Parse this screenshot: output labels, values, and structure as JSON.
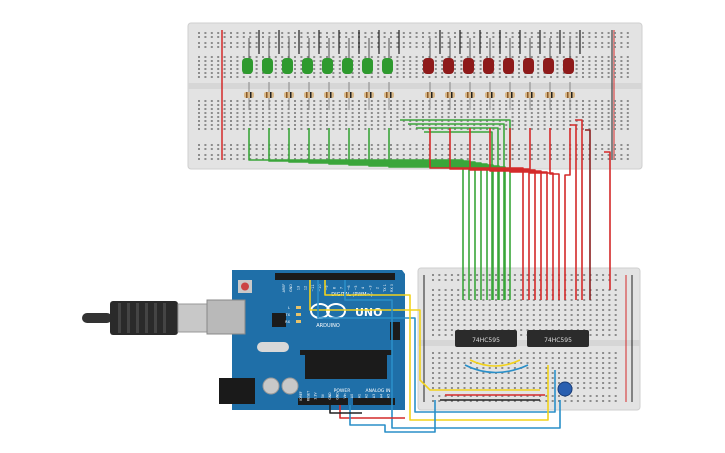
{
  "arduino": {
    "board_label": "UNO",
    "brand_label": "ARDUINO",
    "digital_label": "DIGITAL (PWM~)",
    "power_label": "POWER",
    "analog_label": "ANALOG IN",
    "top_pin_labels": [
      "AREF",
      "GND",
      "13",
      "12",
      "~11",
      "~10",
      "~9",
      "8",
      "7",
      "~6",
      "~5",
      "4",
      "~3",
      "2",
      "TX 1",
      "RX 0"
    ],
    "led_labels": [
      "L",
      "TX",
      "RX"
    ],
    "bottom_pin_labels": [
      "IOREF",
      "RESET",
      "3.3V",
      "5V",
      "GND",
      "GND",
      "Vin",
      "A0",
      "A1",
      "A2",
      "A3",
      "A4",
      "A5"
    ]
  },
  "ics": [
    {
      "id": "ic1",
      "label": "74HC595"
    },
    {
      "id": "ic2",
      "label": "74HC595"
    }
  ],
  "leds": {
    "green_count": 8,
    "red_count": 8,
    "green_color": "#2e9a2e",
    "red_color": "#8e1a1a"
  },
  "wire_colors": {
    "green": "#3aa63a",
    "red": "#d42a2a",
    "yellow": "#f2d21c",
    "blue": "#2a8fc8",
    "black": "#222222",
    "darkred": "#8a1e1e"
  },
  "board_color": "#1f6fa8",
  "breadboard_color": "#e3e3e3",
  "cable_color": "#333333"
}
